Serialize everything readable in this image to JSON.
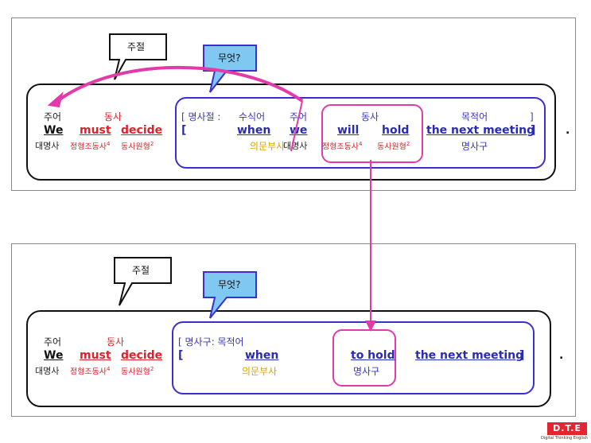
{
  "top": {
    "callout_main": "주절",
    "callout_what": "무엇?",
    "main": {
      "labels": {
        "subject": "주어",
        "verb": "동사"
      },
      "words": {
        "we": "We",
        "must": "must",
        "decide": "decide"
      },
      "pos": {
        "pronoun": "대명사",
        "modal": "정형조동사",
        "modal_sup": "4",
        "base": "동사원형",
        "base_sup": "2"
      }
    },
    "clause": {
      "bracket_label": "[ 명사절 :",
      "labels": {
        "modifier": "수식어",
        "subject": "주어",
        "verb": "동사",
        "object": "목적어",
        "close": "]"
      },
      "open": "[",
      "words": {
        "when": "when",
        "we": "we",
        "will": "will",
        "hold": "hold",
        "object": "the next meeting",
        "close": "]"
      },
      "pos": {
        "interrogative_adverb": "의문부사",
        "pronoun": "대명사",
        "modal": "정형조동사",
        "modal_sup": "4",
        "base": "동사원형",
        "base_sup": "2",
        "noun_phrase": "명사구"
      }
    },
    "period": "."
  },
  "bottom": {
    "callout_main": "주절",
    "callout_what": "무엇?",
    "main": {
      "labels": {
        "subject": "주어",
        "verb": "동사"
      },
      "words": {
        "we": "We",
        "must": "must",
        "decide": "decide"
      },
      "pos": {
        "pronoun": "대명사",
        "modal": "정형조동사",
        "modal_sup": "4",
        "base": "동사원형",
        "base_sup": "2"
      }
    },
    "phrase": {
      "bracket_label": "[ 명사구: 목적어",
      "open": "[",
      "words": {
        "when": "when",
        "to_hold": "to hold",
        "object": "the next meeting",
        "close": "]"
      },
      "pos": {
        "interrogative_adverb": "의문부사",
        "noun_phrase": "명사구"
      }
    },
    "period": "."
  },
  "logo": {
    "text": "D.T.E",
    "subtitle": "Digital Thinking English"
  },
  "colors": {
    "red": "#e0202a",
    "blue": "#2a2ab8",
    "pink": "#e23aa8",
    "yellow": "#d9a400"
  }
}
